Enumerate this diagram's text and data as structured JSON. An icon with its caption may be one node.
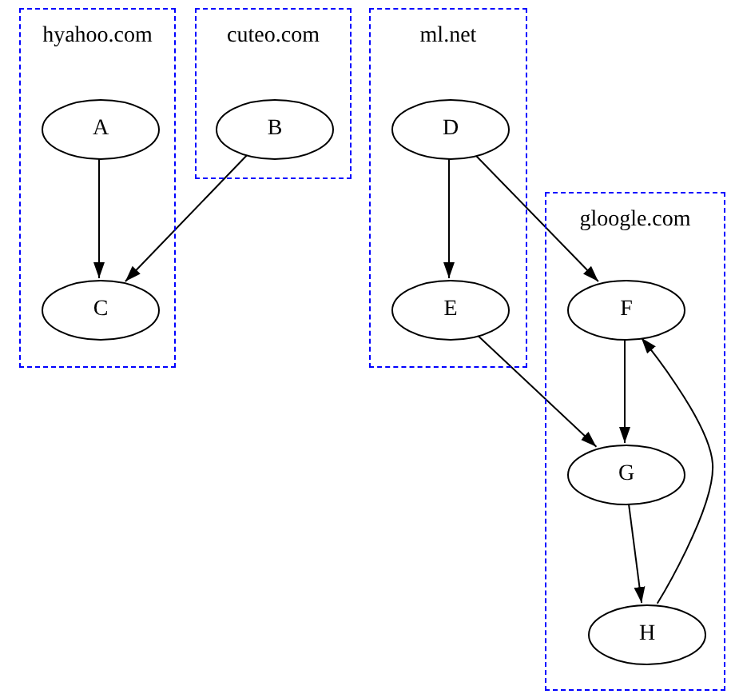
{
  "diagram": {
    "nodes": [
      {
        "text": [
          "hyahoo.com"
        ]
      },
      {
        "text": [
          "A"
        ],
        "in": 0
      },
      {
        "text": [
          "C"
        ],
        "in": 0
      },
      {
        "text": [
          "cuteo.com"
        ]
      },
      {
        "text": [
          "B"
        ],
        "in": 3
      },
      {
        "text": [
          "ml.net"
        ]
      },
      {
        "text": [
          "D"
        ],
        "in": 5
      },
      {
        "text": [
          "E"
        ],
        "in": 5
      },
      {
        "text": [
          "gloogle.com"
        ]
      },
      {
        "text": [
          "F"
        ],
        "in": 8
      },
      {
        "text": [
          "G"
        ],
        "in": 8
      },
      {
        "text": [
          "H"
        ],
        "in": 8
      }
    ],
    "edges": [
      {
        "from": 1,
        "to": 2,
        "arrow": "to"
      },
      {
        "from": 4,
        "to": 2,
        "arrow": "to"
      },
      {
        "from": 6,
        "to": 7,
        "arrow": "to"
      },
      {
        "from": 6,
        "to": 9,
        "arrow": "to"
      },
      {
        "from": 7,
        "to": 10,
        "arrow": "to"
      },
      {
        "from": 9,
        "to": 10,
        "arrow": "to"
      },
      {
        "from": 10,
        "to": 11,
        "arrow": "to"
      },
      {
        "from": 11,
        "to": 9,
        "arrow": "to"
      }
    ]
  }
}
